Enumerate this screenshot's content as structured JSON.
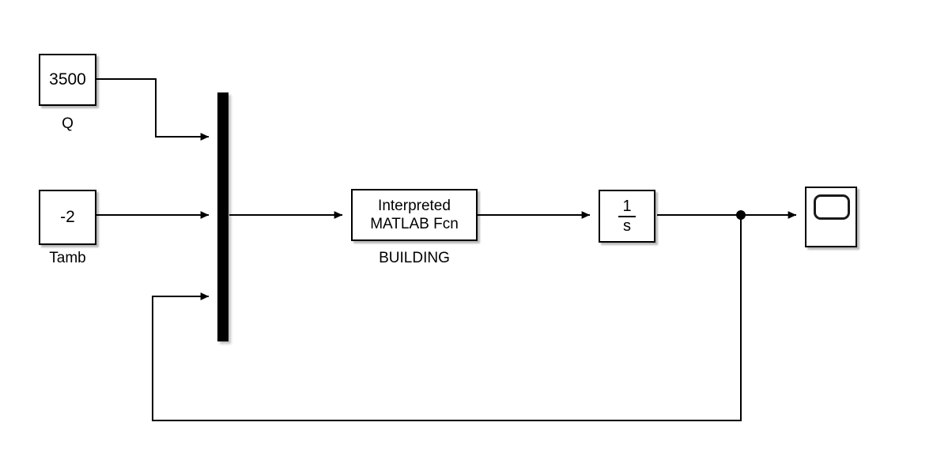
{
  "diagram": {
    "title": "Simulink building thermal model block diagram",
    "background_color": "#ffffff",
    "line_color": "#000000",
    "blocks": {
      "q_source": {
        "value": "3500",
        "label": "Q",
        "type": "constant"
      },
      "tamb_source": {
        "value": "-2",
        "label": "Tamb",
        "type": "constant"
      },
      "mux": {
        "label": "",
        "type": "mux",
        "input_count": 3
      },
      "building": {
        "value": "Interpreted\nMATLAB Fcn",
        "line1": "Interpreted",
        "line2": "MATLAB Fcn",
        "label": "BUILDING",
        "type": "interpreted-matlab-function"
      },
      "integrator": {
        "numerator": "1",
        "denominator": "s",
        "label": "",
        "type": "integrator"
      },
      "scope": {
        "label": "",
        "type": "scope"
      }
    },
    "signals": [
      {
        "name": "q-to-mux",
        "from": "q_source",
        "to": "mux",
        "port": 1
      },
      {
        "name": "tamb-to-mux",
        "from": "tamb_source",
        "to": "mux",
        "port": 2
      },
      {
        "name": "feedback-to-mux",
        "from": "integrator",
        "to": "mux",
        "port": 3
      },
      {
        "name": "mux-to-building",
        "from": "mux",
        "to": "building"
      },
      {
        "name": "building-to-integrator",
        "from": "building",
        "to": "integrator"
      },
      {
        "name": "integrator-to-scope",
        "from": "integrator",
        "to": "scope"
      }
    ]
  }
}
